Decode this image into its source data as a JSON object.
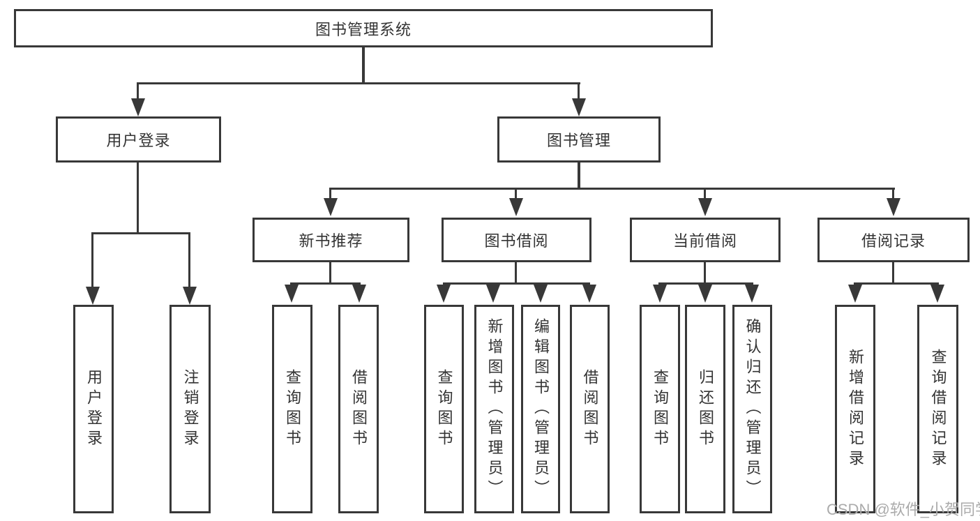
{
  "tree": {
    "root": "图书管理系统",
    "level2": [
      {
        "label": "用户登录",
        "children": [
          "用户登录",
          "注销登录"
        ]
      },
      {
        "label": "图书管理"
      }
    ],
    "level3": [
      {
        "label": "新书推荐",
        "children": [
          "查询图书",
          "借阅图书"
        ]
      },
      {
        "label": "图书借阅",
        "children": [
          "查询图书",
          "新增图书（管理员）",
          "编辑图书（管理员）",
          "借阅图书"
        ]
      },
      {
        "label": "当前借阅",
        "children": [
          "查询图书",
          "归还图书",
          "确认归还（管理员）"
        ]
      },
      {
        "label": "借阅记录",
        "children": [
          "新增借阅记录",
          "查询借阅记录"
        ]
      }
    ]
  },
  "watermark": {
    "text": "CSDN @软件_小贺同学"
  },
  "colors": {
    "line": "#383838",
    "text": "#333333",
    "watermark": "#ababab",
    "background": "#ffffff"
  }
}
